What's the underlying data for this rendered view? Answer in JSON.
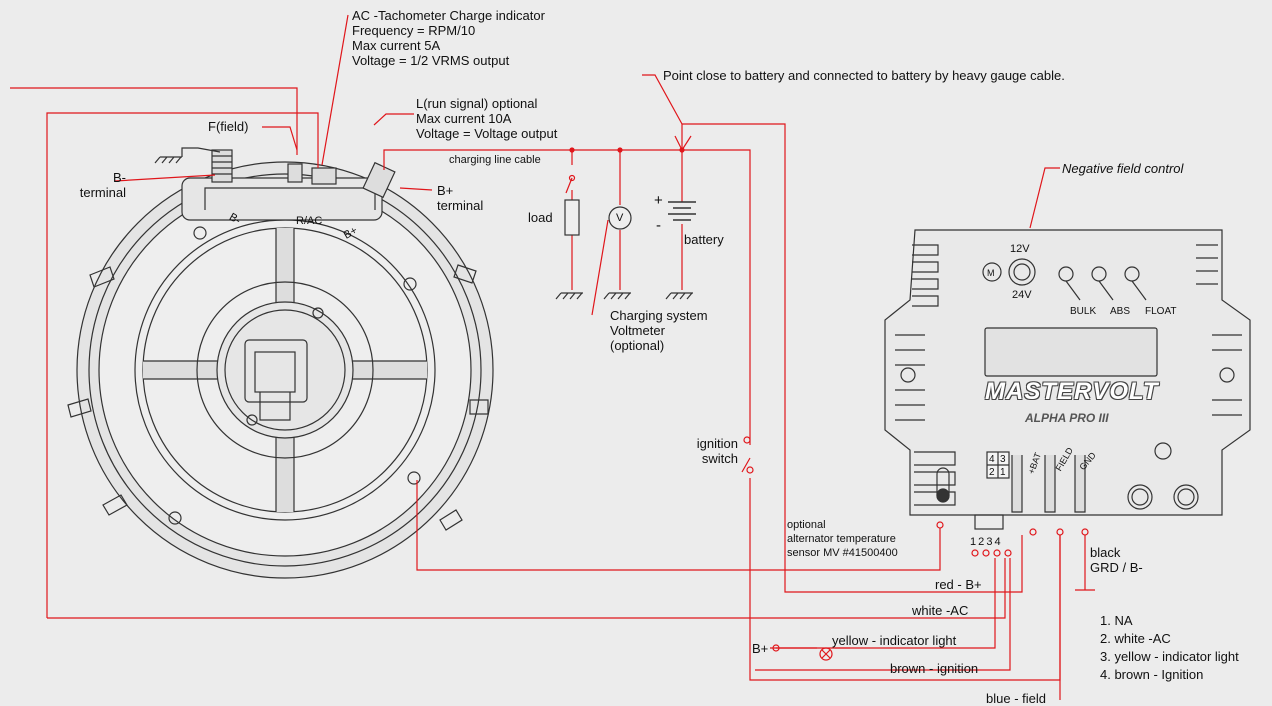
{
  "labels": {
    "ac_tach": "AC -Tachometer Charge indicator\nFrequency = RPM/10\nMax current 5A\nVoltage = 1/2 VRMS output",
    "point_close": "Point close to battery and connected to battery by heavy gauge cable.",
    "l_run": "L(run signal) optional\nMax current 10A\nVoltage = Voltage output",
    "field": "F(field)",
    "b_minus_terminal": "B-\nterminal",
    "b_plus_terminal": "B+\nterminal",
    "charging_line": "charging line cable",
    "load": "load",
    "voltmeter_symbol": "V",
    "battery": "battery",
    "plus": "+",
    "minus": "-",
    "voltmeter_note": "Charging system\nVoltmeter\n(optional)",
    "negative_field": "Negative field control",
    "ignition_switch": "ignition\nswitch",
    "temp_sensor": "optional\nalternator temperature\nsensor MV #41500400",
    "pins": "1 2 3 4",
    "red_b_plus": "red - B+",
    "white_ac": "white -AC",
    "yellow_light": "yellow - indicator light",
    "brown_ignition": "brown - ignition",
    "b_plus_lamp": "B+",
    "blue_field": "blue - field",
    "black_grd": "black\nGRD / B-"
  },
  "alternator": {
    "b_minus": "B-",
    "r_ac": "R/AC",
    "b_plus": "B+"
  },
  "regulator": {
    "v12": "12V",
    "v24": "24V",
    "bulk": "BULK",
    "abs": "ABS",
    "float": "FLOAT",
    "brand": "MASTERVOLT",
    "model": "ALPHA PRO III",
    "bat": "+BAT",
    "fld": "FIELD",
    "gnd": "GND",
    "m1": "M",
    "k4": "4",
    "k3": "3",
    "k2": "2",
    "k1": "1"
  },
  "legend": [
    "1.  NA",
    "2.  white -AC",
    "3.  yellow - indicator light",
    "4.  brown - Ignition"
  ],
  "colors": {
    "wire": "#e0161b",
    "line": "#333333",
    "background": "#ececec"
  }
}
